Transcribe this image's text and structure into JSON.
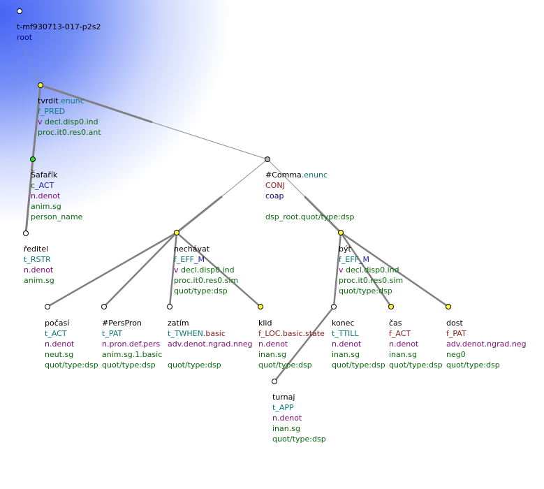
{
  "root": {
    "id": "t-mf930713-017-p2s2",
    "label": "root"
  },
  "nodes": {
    "tvrdit": {
      "lemma": "tvrdit",
      "suffix": ".enunc",
      "functor": "f_PRED",
      "l3_prefix": "v",
      "l3": " decl.disp0.ind",
      "l4": "proc.it0.res0.ant"
    },
    "safarik": {
      "lemma": "Šafařík",
      "functor_a": "c",
      "functor_b": "_ACT",
      "l3": "n.denot",
      "l4": "anim.sg",
      "l5": "person_name"
    },
    "reditel": {
      "lemma": "ředitel",
      "functor": "t_RSTR",
      "l3": "n.denot",
      "l4": "anim.sg"
    },
    "comma": {
      "lemma": "#Comma",
      "suffix": ".enunc",
      "functor": "CONJ",
      "l3": "coap",
      "l5": "dsp_root.quot/type:dsp"
    },
    "nechavat": {
      "lemma": "nechávat",
      "functor_a": "f_EFF",
      "functor_b": "_M",
      "l3_prefix": "v",
      "l3": " decl.disp0.ind",
      "l4": "proc.it0.res0.sim",
      "l5": "quot/type:dsp"
    },
    "byt": {
      "lemma": "být",
      "functor_a": "f_EFF",
      "functor_b": "_M",
      "l3_prefix": "v",
      "l3": " decl.disp0.ind",
      "l4": "proc.it0.res0.sim",
      "l5": "quot/type:dsp"
    },
    "pocasi": {
      "lemma": "počasí",
      "functor": "t_ACT",
      "l3": "n.denot",
      "l4": "neut.sg",
      "l5": "quot/type:dsp"
    },
    "perspron": {
      "lemma": "#PersPron",
      "functor": "t_PAT",
      "l3": "n.pron.def.pers",
      "l4": "anim.sg.1.basic",
      "l5": "quot/type:dsp"
    },
    "zatim": {
      "lemma": "zatím",
      "functor_a": "t_TWHEN",
      "functor_b": ".basic",
      "l3": "adv.denot.ngrad.nneg",
      "l5": "quot/type:dsp"
    },
    "klid": {
      "lemma": "klid",
      "functor_a": "f_LOC",
      "functor_b": ".basic.state",
      "l3": "n.denot",
      "l4": "inan.sg",
      "l5": "quot/type:dsp"
    },
    "konec": {
      "lemma": "konec",
      "functor": "t_TTILL",
      "l3": "n.denot",
      "l4": "inan.sg",
      "l5": "quot/type:dsp"
    },
    "cas": {
      "lemma": "čas",
      "functor": "f_ACT",
      "l3": "n.denot",
      "l4": "inan.sg",
      "l5": "quot/type:dsp"
    },
    "dost": {
      "lemma": "dost",
      "functor": "f_PAT",
      "l3": "adv.denot.ngrad.neg",
      "l4": "neg0",
      "l5": "quot/type:dsp"
    },
    "turnaj": {
      "lemma": "turnaj",
      "functor": "t_APP",
      "l3": "n.denot",
      "l4": "inan.sg",
      "l5": "quot/type:dsp"
    }
  },
  "colors": {
    "node_yellow": "#ffff33",
    "node_green": "#33dd33",
    "node_gray": "#b8b8b8",
    "node_white": "#ffffff",
    "edge": "#808080"
  }
}
